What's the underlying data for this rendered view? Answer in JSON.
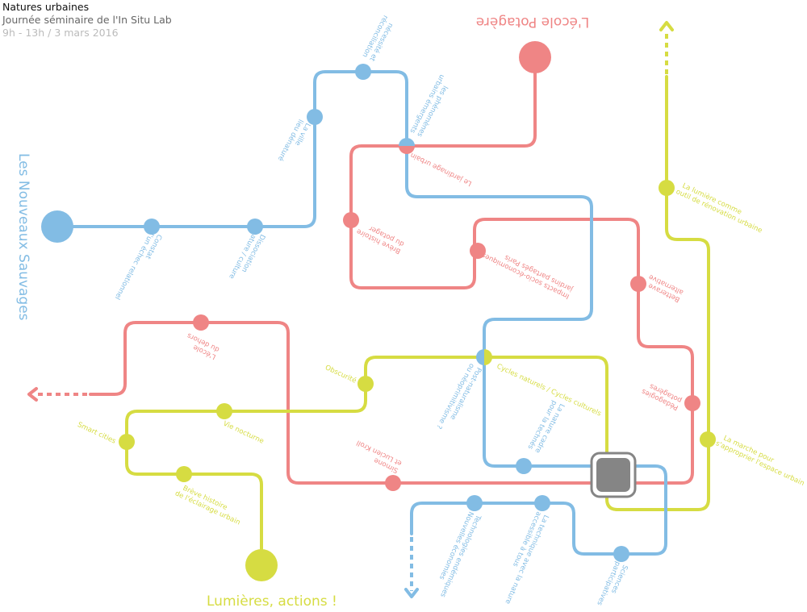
{
  "header": {
    "title": "Natures urbaines",
    "subtitle": "Journée séminaire de l'In Situ Lab",
    "date": "9h - 13h / 3 mars 2016"
  },
  "colors": {
    "blue": "#82bce4",
    "red": "#ef8585",
    "yellow": "#d6dc42",
    "hub": "#858585"
  },
  "lines": {
    "blue": {
      "title": "Les Nouveaux Sauvages",
      "stations": [
        {
          "label": [
            "Constat",
            "d'un échec relationnel"
          ]
        },
        {
          "label": [
            "Dissociation",
            "nature / culture"
          ]
        },
        {
          "label": [
            "La ville",
            "lieu dénaturé"
          ]
        },
        {
          "label": [
            "nécessité et",
            "réconciliation"
          ]
        },
        {
          "label": [
            "les phénomènes",
            "urbains émergents"
          ]
        },
        {
          "label": [
            "Post-naturalisme",
            "ou néoprimitivisme ?"
          ]
        },
        {
          "label": [
            "La nature cadre",
            "pour la technés"
          ]
        },
        {
          "label": [
            "Technologies endémiques",
            "Nouvelles économies"
          ]
        },
        {
          "label": [
            "La technique avec la nature",
            "accessible à tous"
          ]
        },
        {
          "label": [
            "Sciences",
            "participatives"
          ]
        }
      ]
    },
    "red": {
      "title": "L'école Potagère",
      "stations": [
        {
          "label": [
            "Le jardinage urbain"
          ]
        },
        {
          "label": [
            "Brève histoire",
            "du potager"
          ]
        },
        {
          "label": [
            "Impacts socio-économiques",
            "jardins partagés Paris"
          ]
        },
        {
          "label": [
            "Betterave",
            "alternative"
          ]
        },
        {
          "label": [
            "Pédagogies",
            "potagères"
          ]
        },
        {
          "label": [
            "Simone",
            "et Lucien Kroll"
          ]
        },
        {
          "label": [
            "L'école",
            "du dehors"
          ]
        }
      ]
    },
    "yellow": {
      "title": "Lumières, actions !",
      "stations": [
        {
          "label": [
            "La lumière comme",
            "outil de rénovation urbaine"
          ]
        },
        {
          "label": [
            "La marche pour",
            "s'approprier l'espace urbain"
          ]
        },
        {
          "label": [
            "Cycles naturels / Cycles culturels"
          ]
        },
        {
          "label": [
            "Obscurité"
          ]
        },
        {
          "label": [
            "Vie nocturne"
          ]
        },
        {
          "label": [
            "Smart cities"
          ]
        },
        {
          "label": [
            "Brève histoire",
            "de l'éclairage urbain"
          ]
        }
      ]
    }
  }
}
